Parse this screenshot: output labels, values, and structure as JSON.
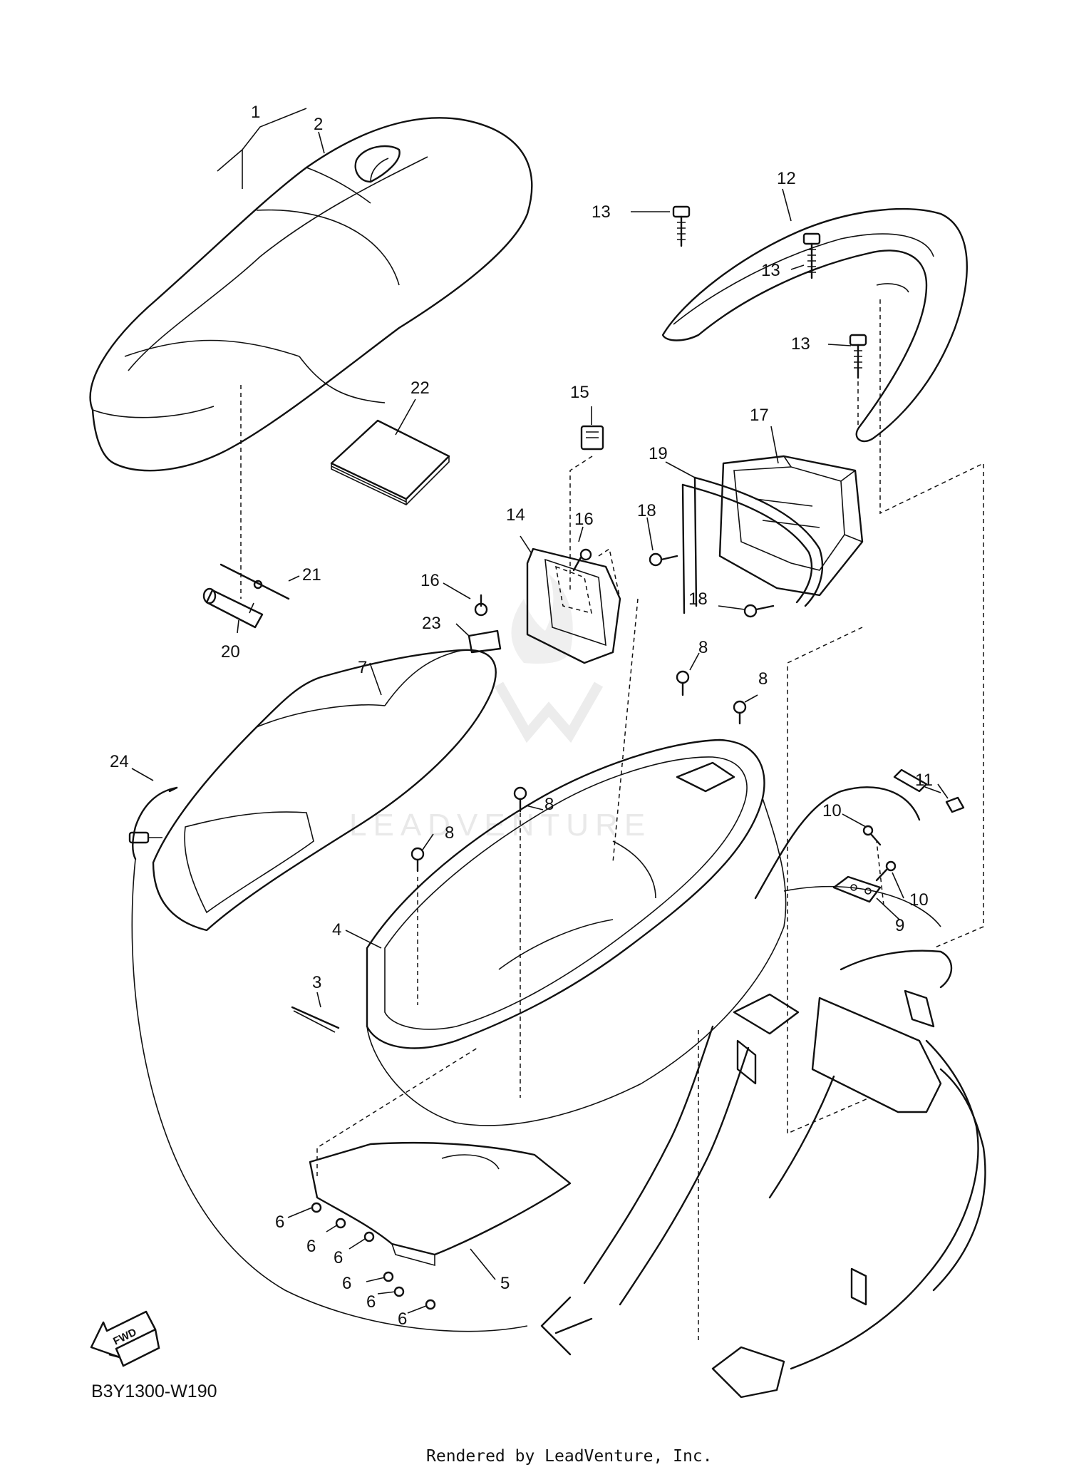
{
  "diagram": {
    "code": "B3Y1300-W190",
    "credit": "Rendered by LeadVenture, Inc.",
    "watermark": "LEADVENTURE",
    "fwd_label": "FWD",
    "callouts": [
      {
        "id": "c1",
        "label": "1"
      },
      {
        "id": "c2",
        "label": "2"
      },
      {
        "id": "c3",
        "label": "3"
      },
      {
        "id": "c4",
        "label": "4"
      },
      {
        "id": "c5",
        "label": "5"
      },
      {
        "id": "c6a",
        "label": "6"
      },
      {
        "id": "c6b",
        "label": "6"
      },
      {
        "id": "c6c",
        "label": "6"
      },
      {
        "id": "c6d",
        "label": "6"
      },
      {
        "id": "c6e",
        "label": "6"
      },
      {
        "id": "c6f",
        "label": "6"
      },
      {
        "id": "c7",
        "label": "7"
      },
      {
        "id": "c8a",
        "label": "8"
      },
      {
        "id": "c8b",
        "label": "8"
      },
      {
        "id": "c8c",
        "label": "8"
      },
      {
        "id": "c8d",
        "label": "8"
      },
      {
        "id": "c9",
        "label": "9"
      },
      {
        "id": "c10a",
        "label": "10"
      },
      {
        "id": "c10b",
        "label": "10"
      },
      {
        "id": "c11",
        "label": "11"
      },
      {
        "id": "c12",
        "label": "12"
      },
      {
        "id": "c13a",
        "label": "13"
      },
      {
        "id": "c13b",
        "label": "13"
      },
      {
        "id": "c13c",
        "label": "13"
      },
      {
        "id": "c14",
        "label": "14"
      },
      {
        "id": "c15",
        "label": "15"
      },
      {
        "id": "c16a",
        "label": "16"
      },
      {
        "id": "c16b",
        "label": "16"
      },
      {
        "id": "c17",
        "label": "17"
      },
      {
        "id": "c18a",
        "label": "18"
      },
      {
        "id": "c18b",
        "label": "18"
      },
      {
        "id": "c19",
        "label": "19"
      },
      {
        "id": "c20",
        "label": "20"
      },
      {
        "id": "c21",
        "label": "21"
      },
      {
        "id": "c22",
        "label": "22"
      },
      {
        "id": "c23",
        "label": "23"
      },
      {
        "id": "c24",
        "label": "24"
      }
    ]
  }
}
